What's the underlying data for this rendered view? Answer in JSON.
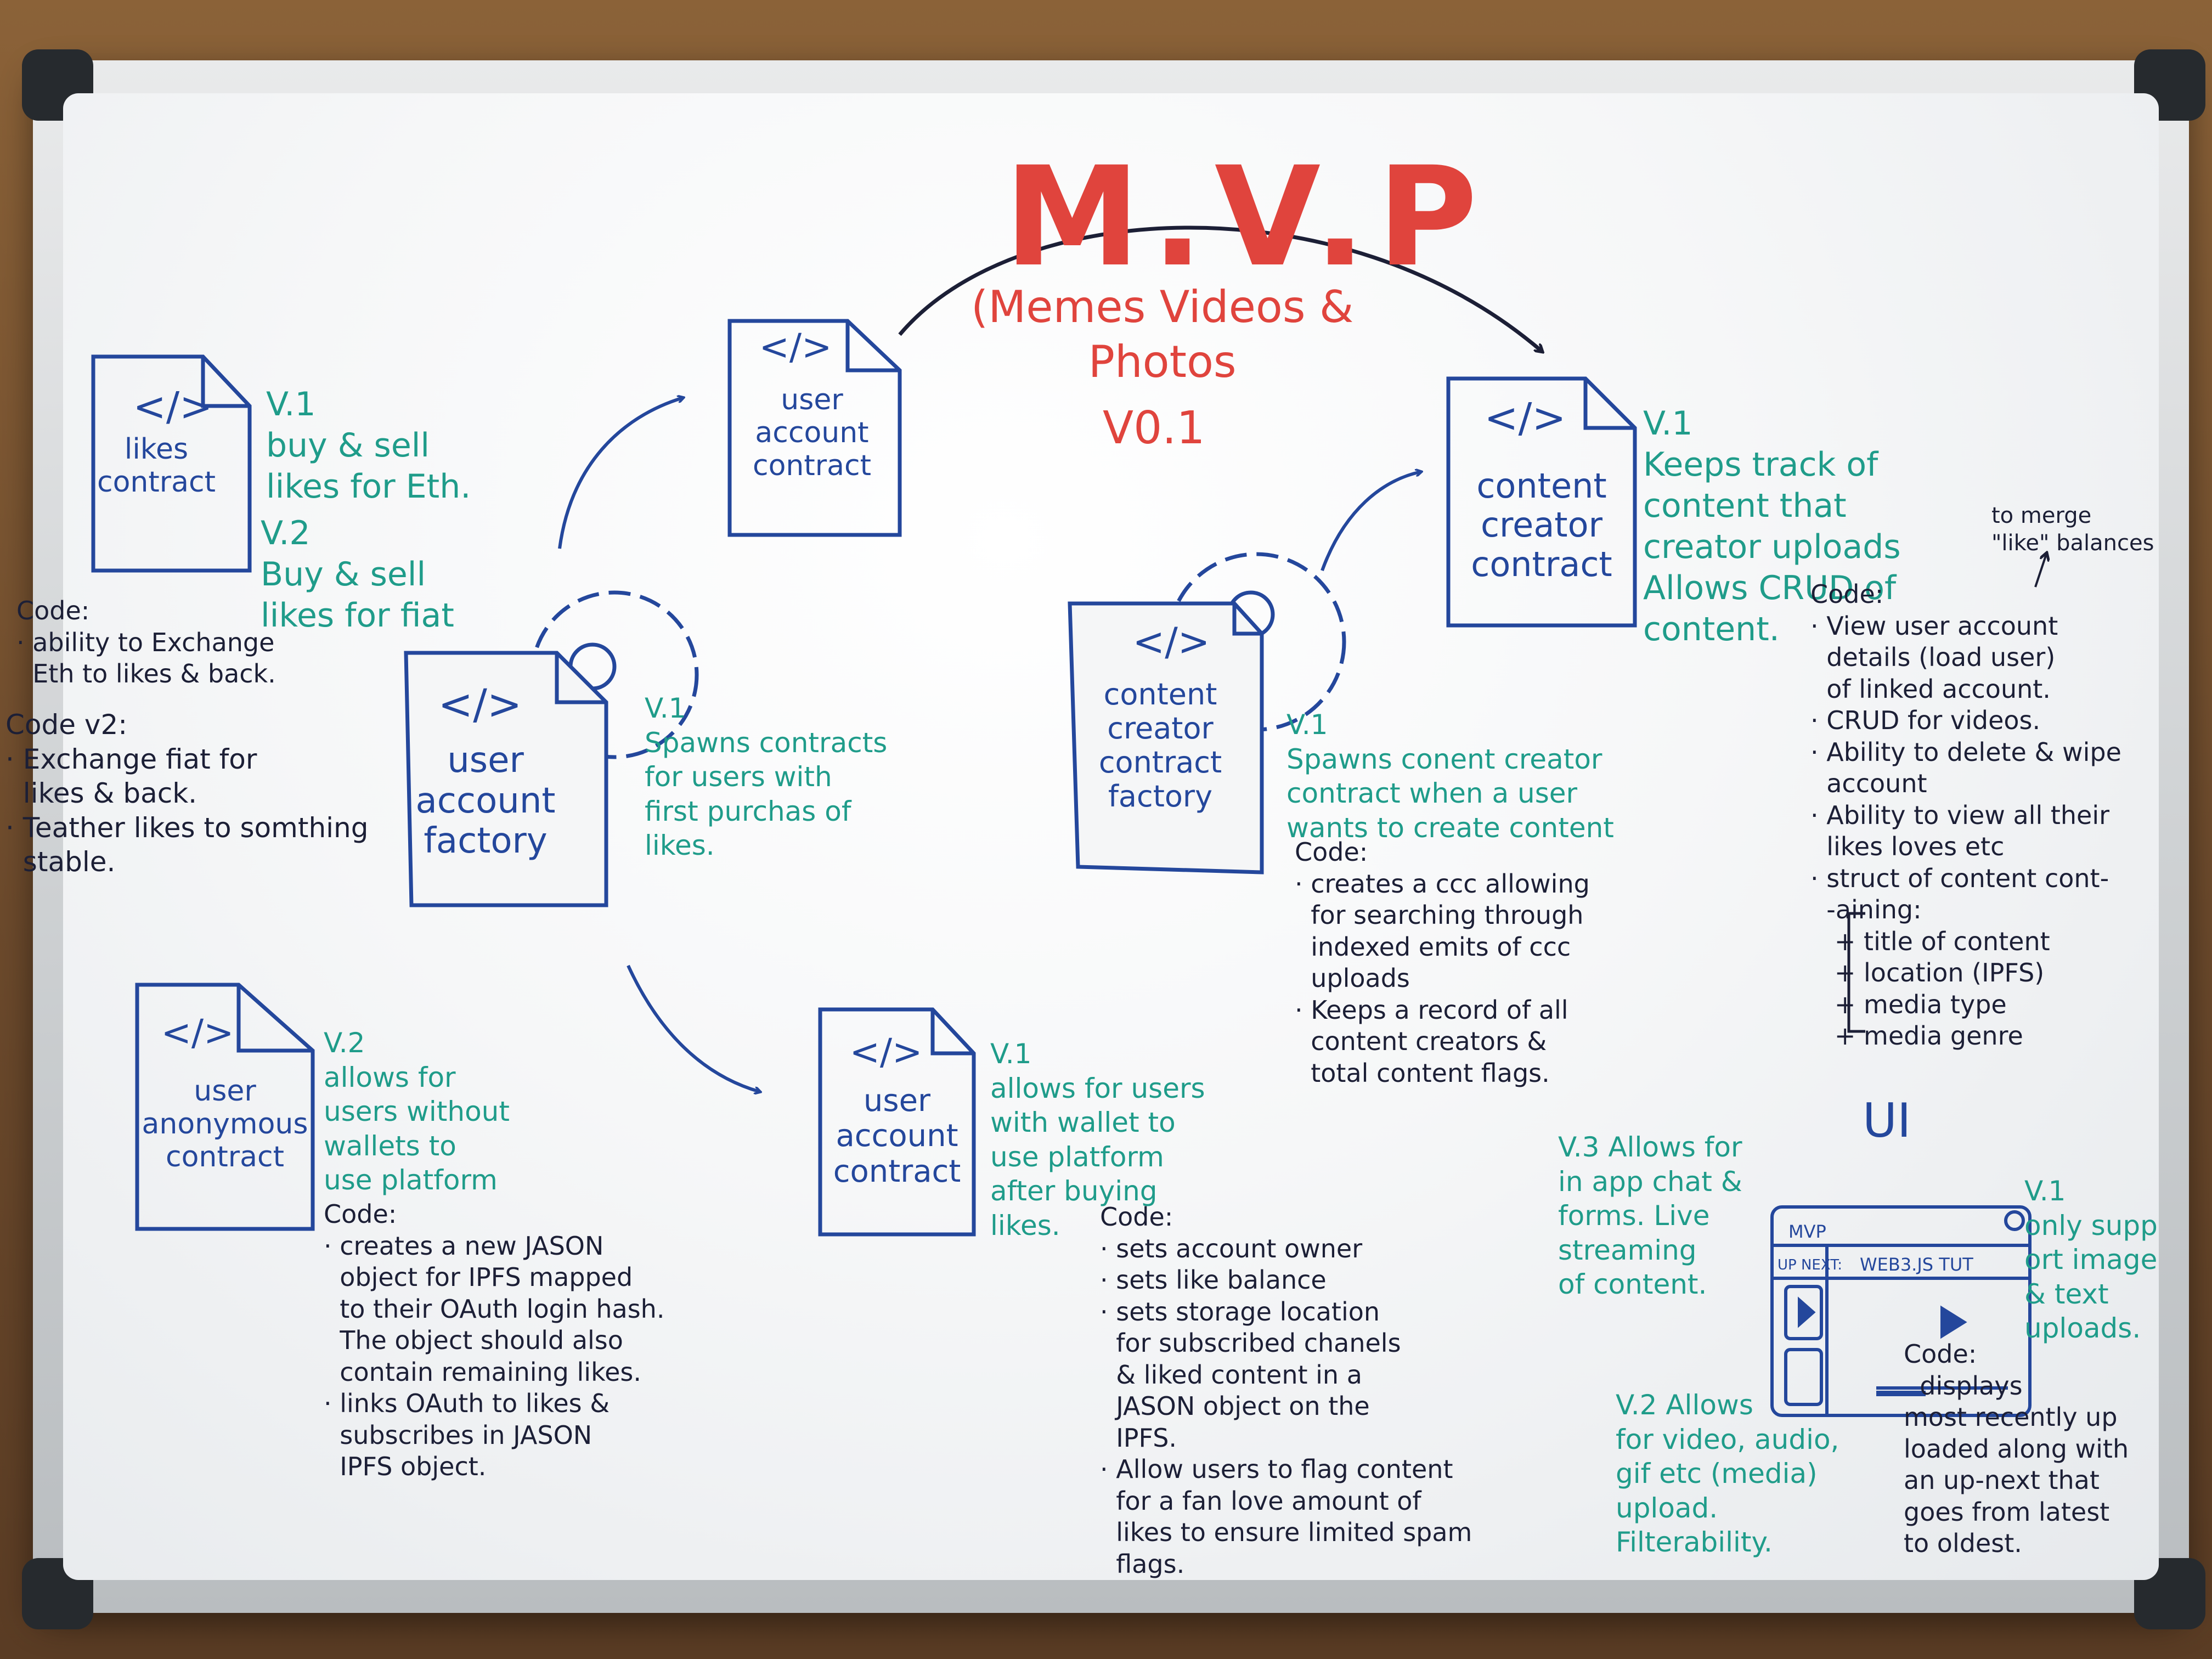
{
  "title": "M.V.P",
  "subtitle": "(Memes Videos &\nPhotos",
  "version": "V0.1",
  "docs": {
    "likes_contract": {
      "tag": "</>",
      "label": "likes\ncontract"
    },
    "user_account_contract_top": {
      "tag": "</>",
      "label": "user\naccount\ncontract"
    },
    "content_creator_contract": {
      "tag": "</>",
      "label": "content\ncreator\ncontract"
    },
    "user_account_factory": {
      "tag": "</>",
      "label": "user\naccount\nfactory"
    },
    "content_creator_contract_factory": {
      "tag": "</>",
      "label": "content\ncreator\ncontract\nfactory"
    },
    "user_anonymous_contract": {
      "tag": "</>",
      "label": "user\nanonymous\ncontract"
    },
    "user_account_contract_bottom": {
      "tag": "</>",
      "label": "user\naccount\ncontract"
    }
  },
  "notes": {
    "likes_v1": "V.1\nbuy & sell\nlikes for Eth.",
    "likes_v2": "V.2\nBuy & sell\nlikes for fiat",
    "likes_code": "Code:\n· ability to Exchange\n  Eth to likes & back.",
    "likes_code_v2": "Code v2:\n· Exchange fiat for\n  likes & back.\n· Teather likes to somthing\n  stable.",
    "factory_v1": "V.1\nSpawns contracts\nfor users with\nfirst purchas of\nlikes.",
    "ccc_v1": "V.1\nKeeps track of\ncontent that\ncreator uploads\nAllows CRUD of\ncontent.",
    "ccc_merge": "to merge\n\"like\" balances",
    "ccc_code": "Code:\n· View user account\n  details (load user)\n  of linked account.\n· CRUD for videos.\n· Ability to delete & wipe\n  account\n· Ability to view all their\n  likes loves etc\n· struct of content cont-\n  -aining:\n   + title of content\n   + location (IPFS)\n   + media type\n   + media genre",
    "cccf_v1": "V.1\nSpawns conent creator\ncontract when a user\nwants to create content",
    "cccf_code": "Code:\n· creates a ccc allowing\n  for searching through\n  indexed emits of ccc\n  uploads\n· Keeps a record of all\n  content creators &\n  total content flags.",
    "anon_v2": "V.2\nallows for\nusers without\nwallets to\nuse platform",
    "anon_code": "Code:\n· creates a new JASON\n  object for IPFS mapped\n  to their OAuth login hash.\n  The object should also\n  contain remaining likes.\n· links OAuth to likes &\n  subscribes in JASON\n  IPFS object.",
    "uac_v1": "V.1\nallows for users\nwith wallet to\nuse platform\nafter buying\nlikes.",
    "uac_code": "Code:\n· sets account owner\n· sets like balance\n· sets storage location\n  for subscribed chanels\n  & liked content in a\n  JASON object on the\n  IPFS.\n· Allow users to flag content\n  for a fan love amount of\n  likes to ensure limited spam\n  flags.",
    "ui_title": "UI",
    "ui_v3": "V.3 Allows for\nin app chat &\nforms. Live\nstreaming\nof content.",
    "ui_v2": "V.2 Allows\nfor video, audio,\ngif etc (media)\nupload.\nFilterability.",
    "ui_v1": "V.1\nonly supp\nort image\n& text\nuploads.",
    "ui_code": "Code:\n  displays\nmost recently up\nloaded along with\nan up-next that\ngoes from latest\nto oldest."
  },
  "ui_sketch": {
    "logo": "MVP",
    "up_next": "UP NEXT:",
    "tab": "WEB3.JS TUT"
  },
  "colors": {
    "blue_marker": "#24479c",
    "teal_marker": "#1f9c8a",
    "navy_marker": "#1c1f36",
    "red_marker": "#e0443d"
  }
}
